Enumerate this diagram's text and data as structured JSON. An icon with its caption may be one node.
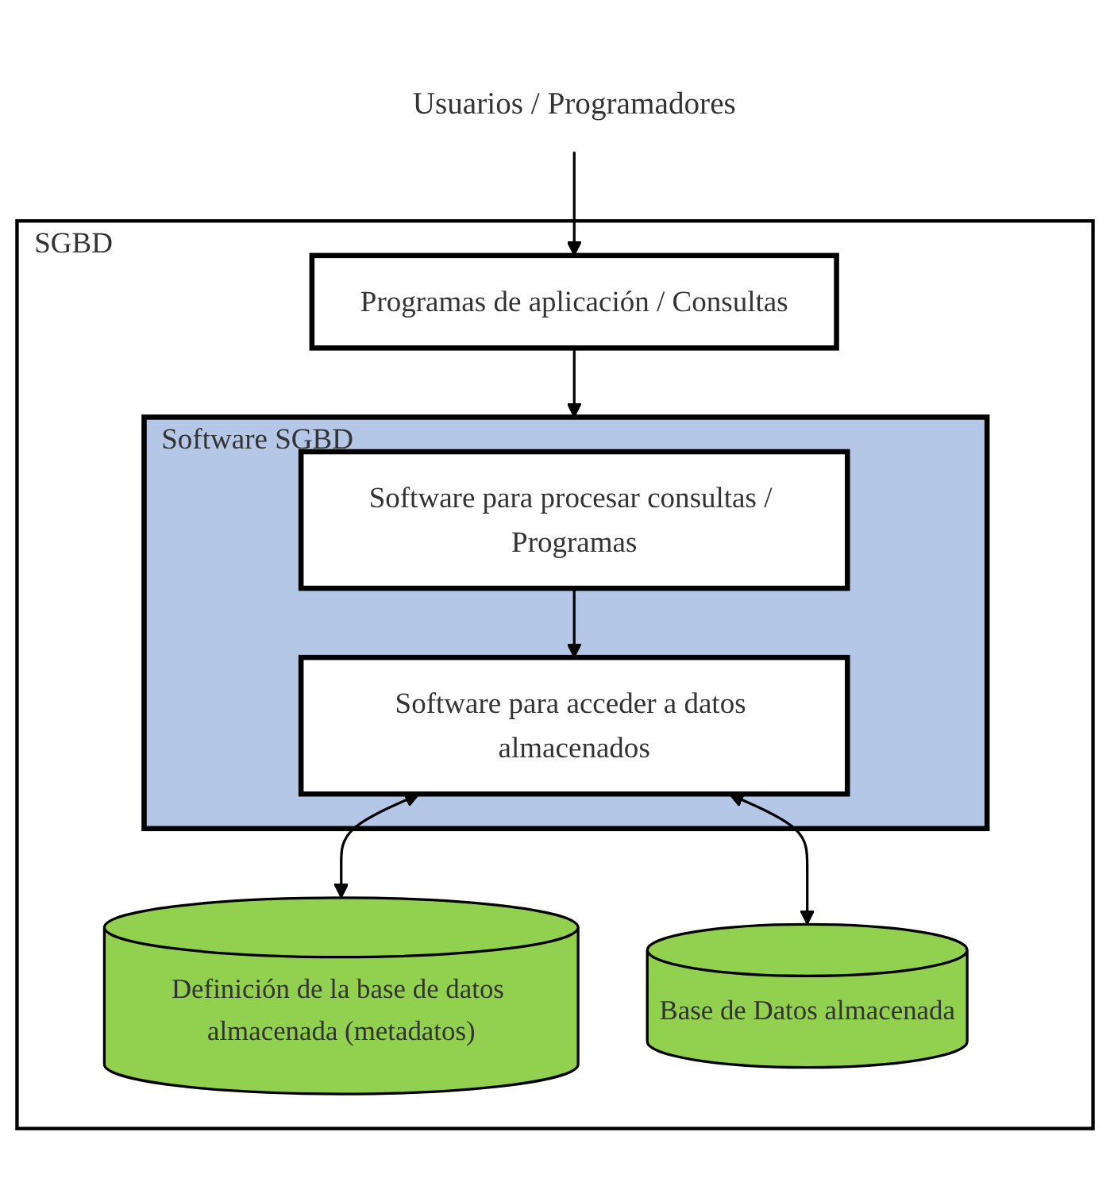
{
  "diagram": {
    "nodes": [
      {
        "text": [
          "Usuarios / Programadores"
        ]
      },
      {
        "text": [
          "SGBD"
        ]
      },
      {
        "text": [
          "Programas de aplicación / Consultas"
        ],
        "in": 1
      },
      {
        "text": [
          "Software SGBD"
        ],
        "in": 1
      },
      {
        "text": [
          "Software para procesar consultas / Programas"
        ],
        "in": 3
      },
      {
        "text": [
          "Software para acceder a datos almacenados"
        ],
        "in": 3
      },
      {
        "text": [
          "Definición de la base de datos almacenada (metadatos)"
        ],
        "in": 1
      },
      {
        "text": [
          "Base de Datos almacenada"
        ],
        "in": 1
      }
    ],
    "edges": [
      {
        "from": 0,
        "to": 2,
        "arrow": "to"
      },
      {
        "from": 2,
        "to": 3,
        "arrow": "to"
      },
      {
        "from": 4,
        "to": 5,
        "arrow": "to"
      },
      {
        "from": 5,
        "to": 6,
        "arrow": "both"
      },
      {
        "from": 5,
        "to": 7,
        "arrow": "both"
      }
    ]
  }
}
